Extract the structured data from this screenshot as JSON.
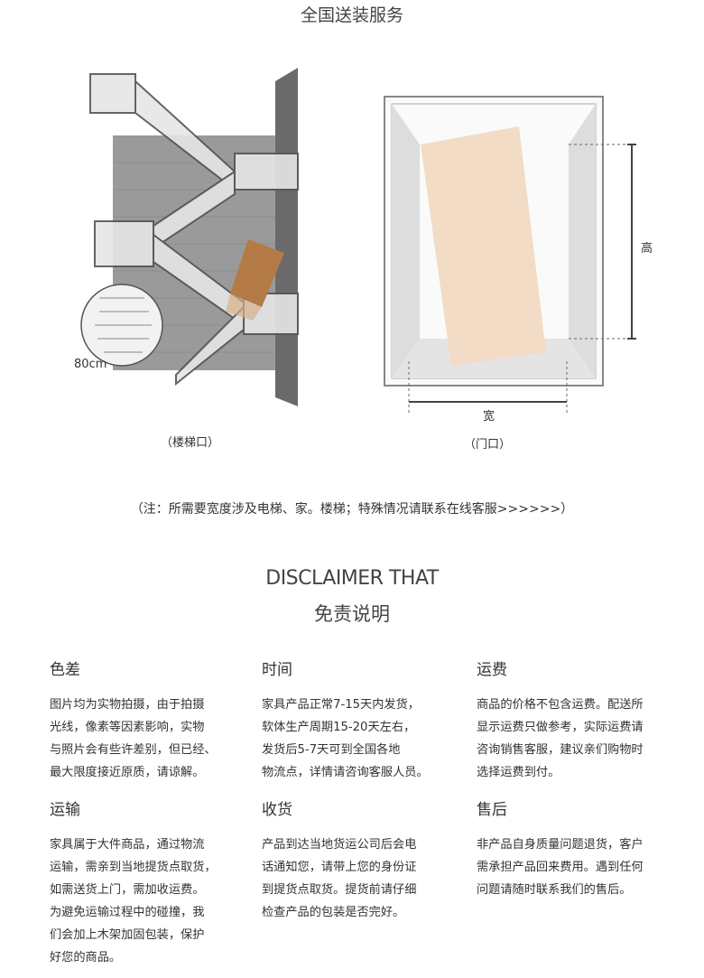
{
  "header": {
    "title": "全国送装服务"
  },
  "diagrams": {
    "stairs": {
      "label": "（楼梯口）",
      "measure": "80cm"
    },
    "door": {
      "label": "（门口）",
      "height_label": "高",
      "width_label": "宽"
    }
  },
  "note": "（注：所需要宽度涉及电梯、家。楼梯；特殊情况请联系在线客服>>>>>>）",
  "disclaimer": {
    "title_en": "DISCLAIMER THAT",
    "title_cn": "免责说明"
  },
  "sections": [
    {
      "title": "色差",
      "lines": [
        "图片均为实物拍摄，由于拍摄",
        "光线，像素等因素影响，实物",
        "与照片会有些许差别，但已经、",
        "最大限度接近原质，请谅解。"
      ]
    },
    {
      "title": "时间",
      "lines": [
        "家具产品正常7-15天内发货，",
        "软体生产周期15-20天左右，",
        "发货后5-7天可到全国各地",
        "物流点，详情请咨询客服人员。"
      ]
    },
    {
      "title": "运费",
      "lines": [
        "商品的价格不包含运费。配送所",
        "显示运费只做参考，实际运费请",
        "咨询销售客服，建议亲们购物时",
        "选择运费到付。"
      ]
    },
    {
      "title": "运输",
      "lines": [
        "家具属于大件商品，通过物流",
        "运输，需亲到当地提货点取货，",
        "如需送货上门，需加收运费。",
        "为避免运输过程中的碰撞，我",
        "们会加上木架加固包装，保护",
        "好您的商品。"
      ]
    },
    {
      "title": "收货",
      "lines": [
        "产品到达当地货运公司后会电",
        "话通知您，请带上您的身份证",
        "到提货点取货。提货前请仔细",
        "检查产品的包装是否完好。"
      ]
    },
    {
      "title": "售后",
      "lines": [
        "非产品自身质量问题退货，客户",
        "需承担产品回来费用。遇到任何",
        "问题请随时联系我们的售后。"
      ]
    }
  ]
}
